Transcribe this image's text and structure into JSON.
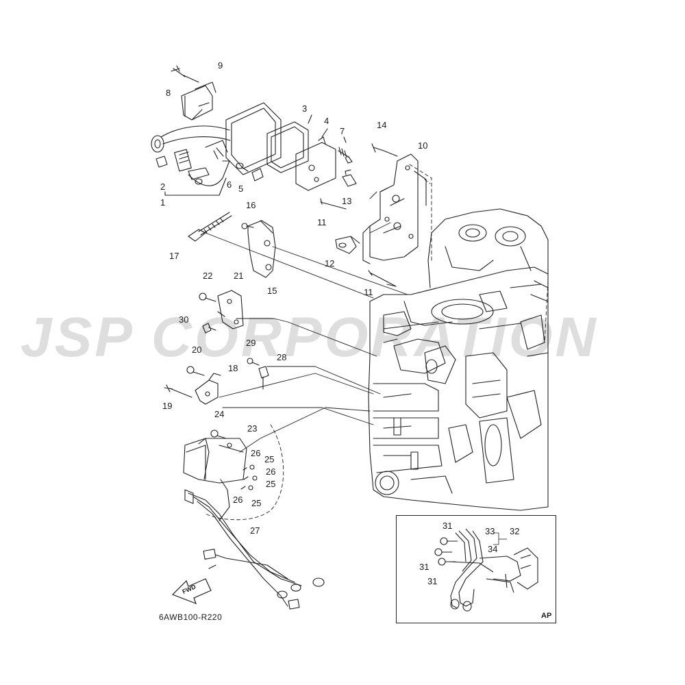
{
  "watermark": "JSP CORPORATION",
  "diagram_code": "6AWB100-R220",
  "fwd_label": "FWD",
  "inset_label": "AP",
  "callouts": {
    "c1": "1",
    "c2": "2",
    "c3": "3",
    "c4": "4",
    "c5": "5",
    "c6": "6",
    "c7": "7",
    "c8": "8",
    "c9": "9",
    "c10": "10",
    "c11a": "11",
    "c11b": "11",
    "c12": "12",
    "c13": "13",
    "c14": "14",
    "c15": "15",
    "c16": "16",
    "c17": "17",
    "c18": "18",
    "c19": "19",
    "c20": "20",
    "c21": "21",
    "c22": "22",
    "c23": "23",
    "c24": "24",
    "c25a": "25",
    "c25b": "25",
    "c25c": "25",
    "c26a": "26",
    "c26b": "26",
    "c26c": "26",
    "c27": "27",
    "c28": "28",
    "c29": "29",
    "c30": "30",
    "c31a": "31",
    "c31b": "31",
    "c31c": "31",
    "c32": "32",
    "c33": "33",
    "c34": "34"
  }
}
